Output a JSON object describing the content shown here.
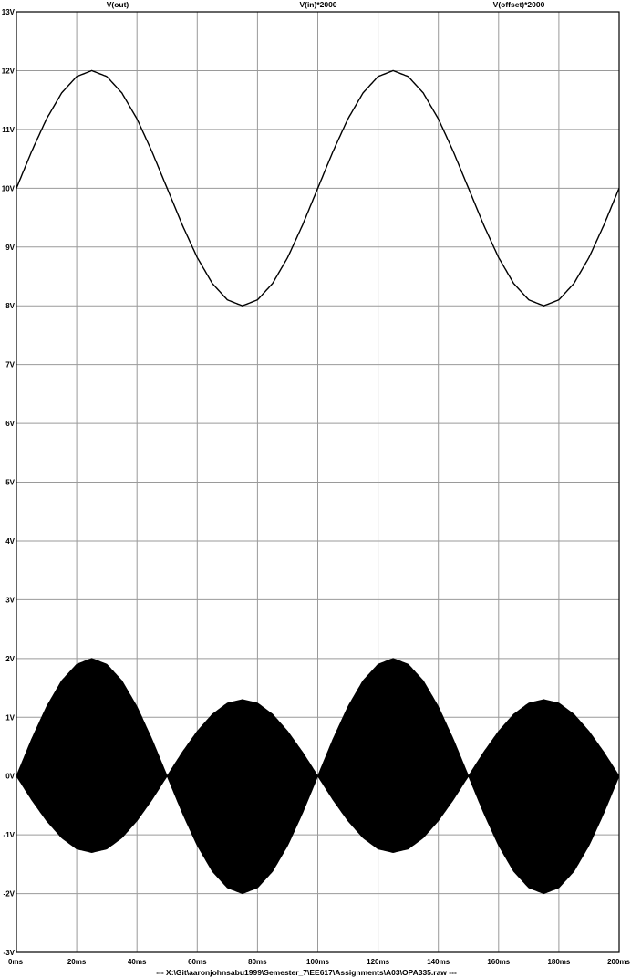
{
  "chart_data": {
    "type": "line",
    "legend": [
      "V(out)",
      "V(in)*2000",
      "V(offset)*2000"
    ],
    "xlim": [
      0,
      200
    ],
    "ylim": [
      -3,
      13
    ],
    "grid": true,
    "x_ticks": [
      "0ms",
      "20ms",
      "40ms",
      "60ms",
      "80ms",
      "100ms",
      "120ms",
      "140ms",
      "160ms",
      "180ms",
      "200ms"
    ],
    "y_ticks": [
      "13V",
      "12V",
      "11V",
      "10V",
      "9V",
      "8V",
      "7V",
      "6V",
      "5V",
      "4V",
      "3V",
      "2V",
      "1V",
      "0V",
      "-1V",
      "-2V",
      "-3V"
    ],
    "series": [
      {
        "name": "V(out)",
        "x": [
          0,
          5,
          10,
          15,
          20,
          25,
          30,
          35,
          40,
          45,
          50,
          55,
          60,
          65,
          70,
          75,
          80,
          85,
          90,
          95,
          100,
          105,
          110,
          115,
          120,
          125,
          130,
          135,
          140,
          145,
          150,
          155,
          160,
          165,
          170,
          175,
          180,
          185,
          190,
          195,
          200
        ],
        "y": [
          10,
          10.62,
          11.18,
          11.62,
          11.9,
          12,
          11.9,
          11.62,
          11.18,
          10.62,
          10,
          9.38,
          8.82,
          8.38,
          8.1,
          8,
          8.1,
          8.38,
          8.82,
          9.38,
          10,
          10.62,
          11.18,
          11.62,
          11.9,
          12,
          11.9,
          11.62,
          11.18,
          10.62,
          10,
          9.38,
          8.82,
          8.38,
          8.1,
          8,
          8.1,
          8.38,
          8.82,
          9.38,
          10
        ]
      },
      {
        "name": "Filled band (V(in)*2000, V(offset)*2000)",
        "x": [
          0,
          5,
          10,
          15,
          20,
          25,
          30,
          35,
          40,
          45,
          50,
          55,
          60,
          65,
          70,
          75,
          80,
          85,
          90,
          95,
          100,
          105,
          110,
          115,
          120,
          125,
          130,
          135,
          140,
          145,
          150,
          155,
          160,
          165,
          170,
          175,
          180,
          185,
          190,
          195,
          200
        ],
        "upper": [
          0,
          0.62,
          1.18,
          1.62,
          1.9,
          2,
          1.9,
          1.62,
          1.18,
          0.62,
          0,
          0.4,
          0.76,
          1.05,
          1.24,
          1.3,
          1.24,
          1.05,
          0.76,
          0.4,
          0,
          0.62,
          1.18,
          1.62,
          1.9,
          2,
          1.9,
          1.62,
          1.18,
          0.62,
          0,
          0.4,
          0.76,
          1.05,
          1.24,
          1.3,
          1.24,
          1.05,
          0.76,
          0.4,
          0
        ],
        "lower": [
          0,
          -0.4,
          -0.76,
          -1.05,
          -1.24,
          -1.3,
          -1.24,
          -1.05,
          -0.76,
          -0.4,
          0,
          -0.62,
          -1.18,
          -1.62,
          -1.9,
          -2,
          -1.9,
          -1.62,
          -1.18,
          -0.62,
          0,
          -0.4,
          -0.76,
          -1.05,
          -1.24,
          -1.3,
          -1.24,
          -1.05,
          -0.76,
          -0.4,
          0,
          -0.62,
          -1.18,
          -1.62,
          -1.9,
          -2,
          -1.9,
          -1.62,
          -1.18,
          -0.62,
          0
        ]
      }
    ],
    "footer": "---  X:\\Git\\aaronjohnsabu1999\\Semester_7\\EE617\\Assignments\\A03\\OPA335.raw  ---"
  }
}
